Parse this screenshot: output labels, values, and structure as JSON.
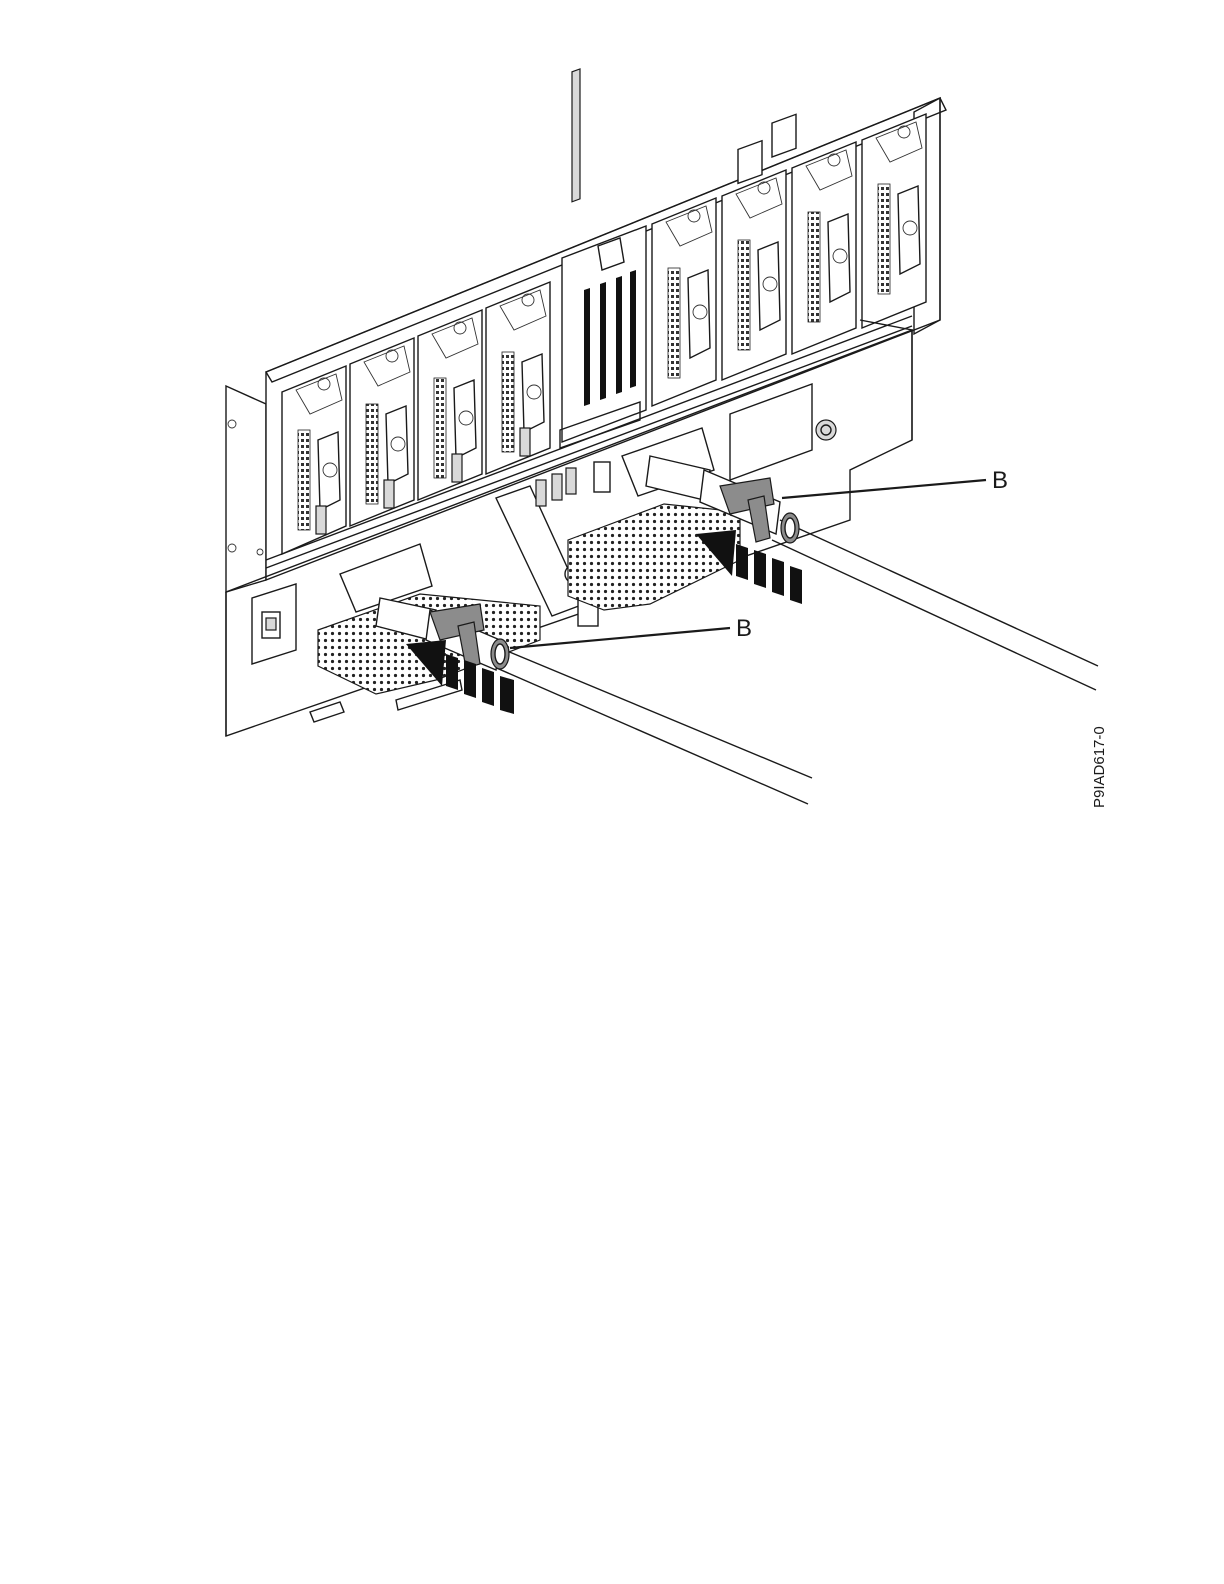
{
  "figure": {
    "callouts": [
      {
        "id": "callout-upper",
        "label": "B"
      },
      {
        "id": "callout-lower",
        "label": "B"
      }
    ],
    "figure_id": "P9IAD617-0",
    "colors": {
      "line": "#1a1a1a",
      "clip": "#8c8c8c",
      "arrow": "#111111",
      "background": "#ffffff"
    }
  }
}
